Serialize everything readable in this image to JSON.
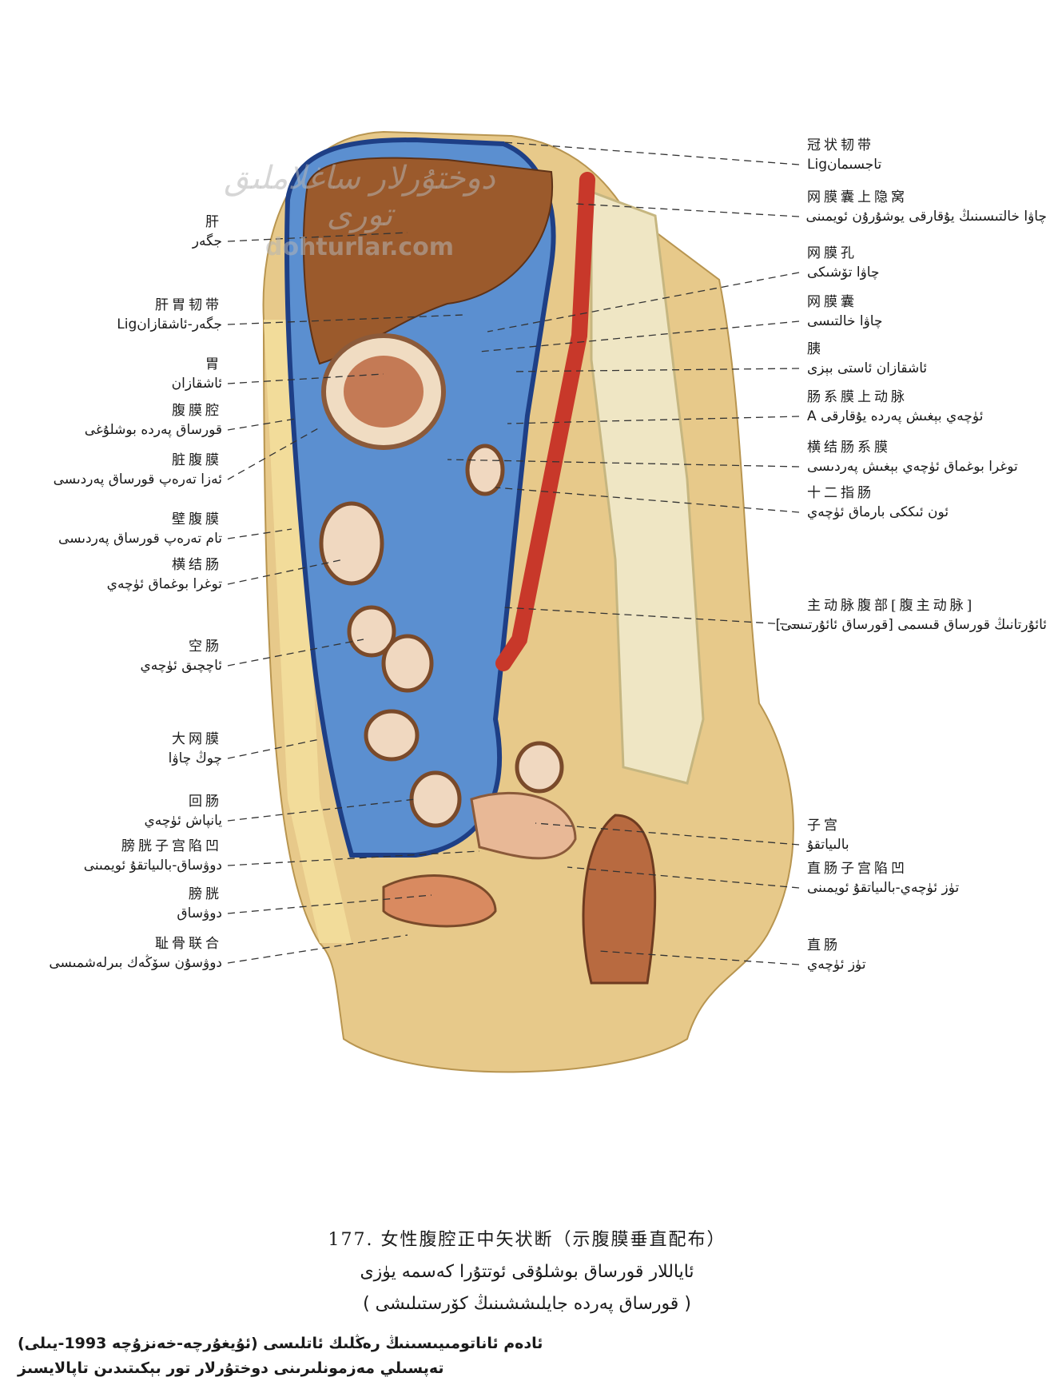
{
  "figure": {
    "caption_zh": "177.  女性腹腔正中矢状断（示腹膜垂直配布）",
    "caption_ug_1": "ئاياللار قورساق بوشلۇقى ئوتتۇرا كەسمە يۈزى",
    "caption_ug_2": "( قورساق پەردە جايلىششىنىڭ كۆرستىلىشى )"
  },
  "watermark": {
    "text_ug": "دوختۇرلار ساغلاملىق تورى",
    "site": "dohturlar.com"
  },
  "footer": {
    "line1": "ئادەم ئاناتومىيىسىنىڭ رەڭلىك ئاتلىسى (ئۇيغۇرچە-خەنزۇچە 1993-يىلى)",
    "line2": "تەپسىلي مەزمونلىرىنى دوختۇرلار تور بېكىتىدىن تاپالايسىز"
  },
  "labels_left": [
    {
      "zh": "肝",
      "ug": "جگەر"
    },
    {
      "zh": "肝胃韧带",
      "ug": "جگەر-ئاشقازانLig"
    },
    {
      "zh": "胃",
      "ug": "ئاشقازان"
    },
    {
      "zh": "腹膜腔",
      "ug": "قورساق پەردە بوشلۇغى"
    },
    {
      "zh": "脏腹膜",
      "ug": "ئەزا تەرەپ قورساق پەردىسى"
    },
    {
      "zh": "壁腹膜",
      "ug": "تام تەرەپ قورساق پەردىسى"
    },
    {
      "zh": "横结肠",
      "ug": "توغرا بوغماق ئۈچەي"
    },
    {
      "zh": "空肠",
      "ug": "ئاچچىق ئۈچەي"
    },
    {
      "zh": "大网膜",
      "ug": "چوڭ چاۋا"
    },
    {
      "zh": "回肠",
      "ug": "يانپاش ئۈچەي"
    },
    {
      "zh": "膀胱子宫陷凹",
      "ug": "دوۋساق-بالىياتقۇ ئويمىنى"
    },
    {
      "zh": "膀胱",
      "ug": "دوۋساق"
    },
    {
      "zh": "耻骨联合",
      "ug": "دوۋسۇن سۆڭەك بىرلەشمىسى"
    }
  ],
  "labels_right": [
    {
      "zh": "冠状韧带",
      "ug": "تاجسىمانLig"
    },
    {
      "zh": "网膜囊上隐窝",
      "ug": "چاۋا خالتىسىنىڭ يۇقارقى يوشۇرۇن ئويمىنى"
    },
    {
      "zh": "网膜孔",
      "ug": "چاۋا تۆشىكى"
    },
    {
      "zh": "网膜囊",
      "ug": "چاۋا خالتىسى"
    },
    {
      "zh": "胰",
      "ug": "ئاشقازان ئاستى بېزى"
    },
    {
      "zh": "肠系膜上动脉",
      "ug": "ئۈچەي بېغىش پەردە يۇقارقى A"
    },
    {
      "zh": "横结肠系膜",
      "ug": "توغرا بوغماق ئۈچەي بېغىش پەردىسى"
    },
    {
      "zh": "十二指肠",
      "ug": "ئون ئىككى بارماق ئۈچەي"
    },
    {
      "zh": "主动脉腹部[腹主动脉]",
      "ug": "ئائۇرتانىڭ قورساق قىسمى [قورساق ئائۇرتىسى]"
    },
    {
      "zh": "子宫",
      "ug": "بالىياتقۇ"
    },
    {
      "zh": "直肠子宫陷凹",
      "ug": "تۈز ئۈچەي-بالىياتقۇ ئويمىنى"
    },
    {
      "zh": "直肠",
      "ug": "تۈز ئۈچەي"
    }
  ],
  "colors": {
    "peritoneum": "#3f78c4",
    "cavity_dark": "#1e3f86",
    "liver": "#9b5a2c",
    "aorta": "#c8382a",
    "skin": "#e7c98a",
    "bone": "#efe6c4"
  }
}
